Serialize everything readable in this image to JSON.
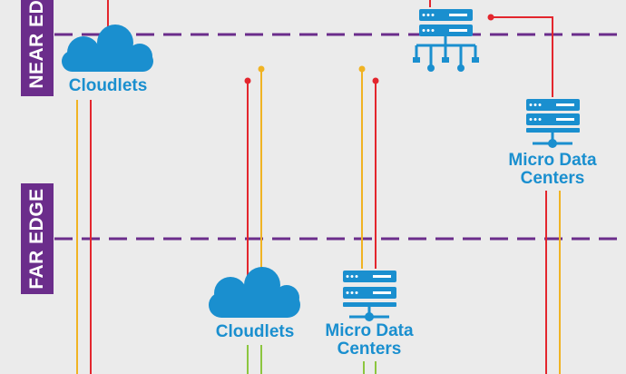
{
  "tiers": {
    "near_edge": "NEAR EDGE",
    "far_edge": "FAR EDGE"
  },
  "nodes": {
    "cloudlets_near": "Cloudlets",
    "micro_dc_near_line1": "Micro Data",
    "micro_dc_near_line2": "Centers",
    "cloudlets_far": "Cloudlets",
    "micro_dc_far_line1": "Micro Data",
    "micro_dc_far_line2": "Centers"
  },
  "colors": {
    "background": "#ebebeb",
    "tier_purple": "#6b2d8b",
    "icon_blue": "#1a8fcf",
    "red_link": "#e3262d",
    "yellow_link": "#f0b323",
    "green_link": "#8cc63f"
  },
  "icons": [
    "cloud-icon",
    "server-stack-icon",
    "network-switch-icon"
  ]
}
